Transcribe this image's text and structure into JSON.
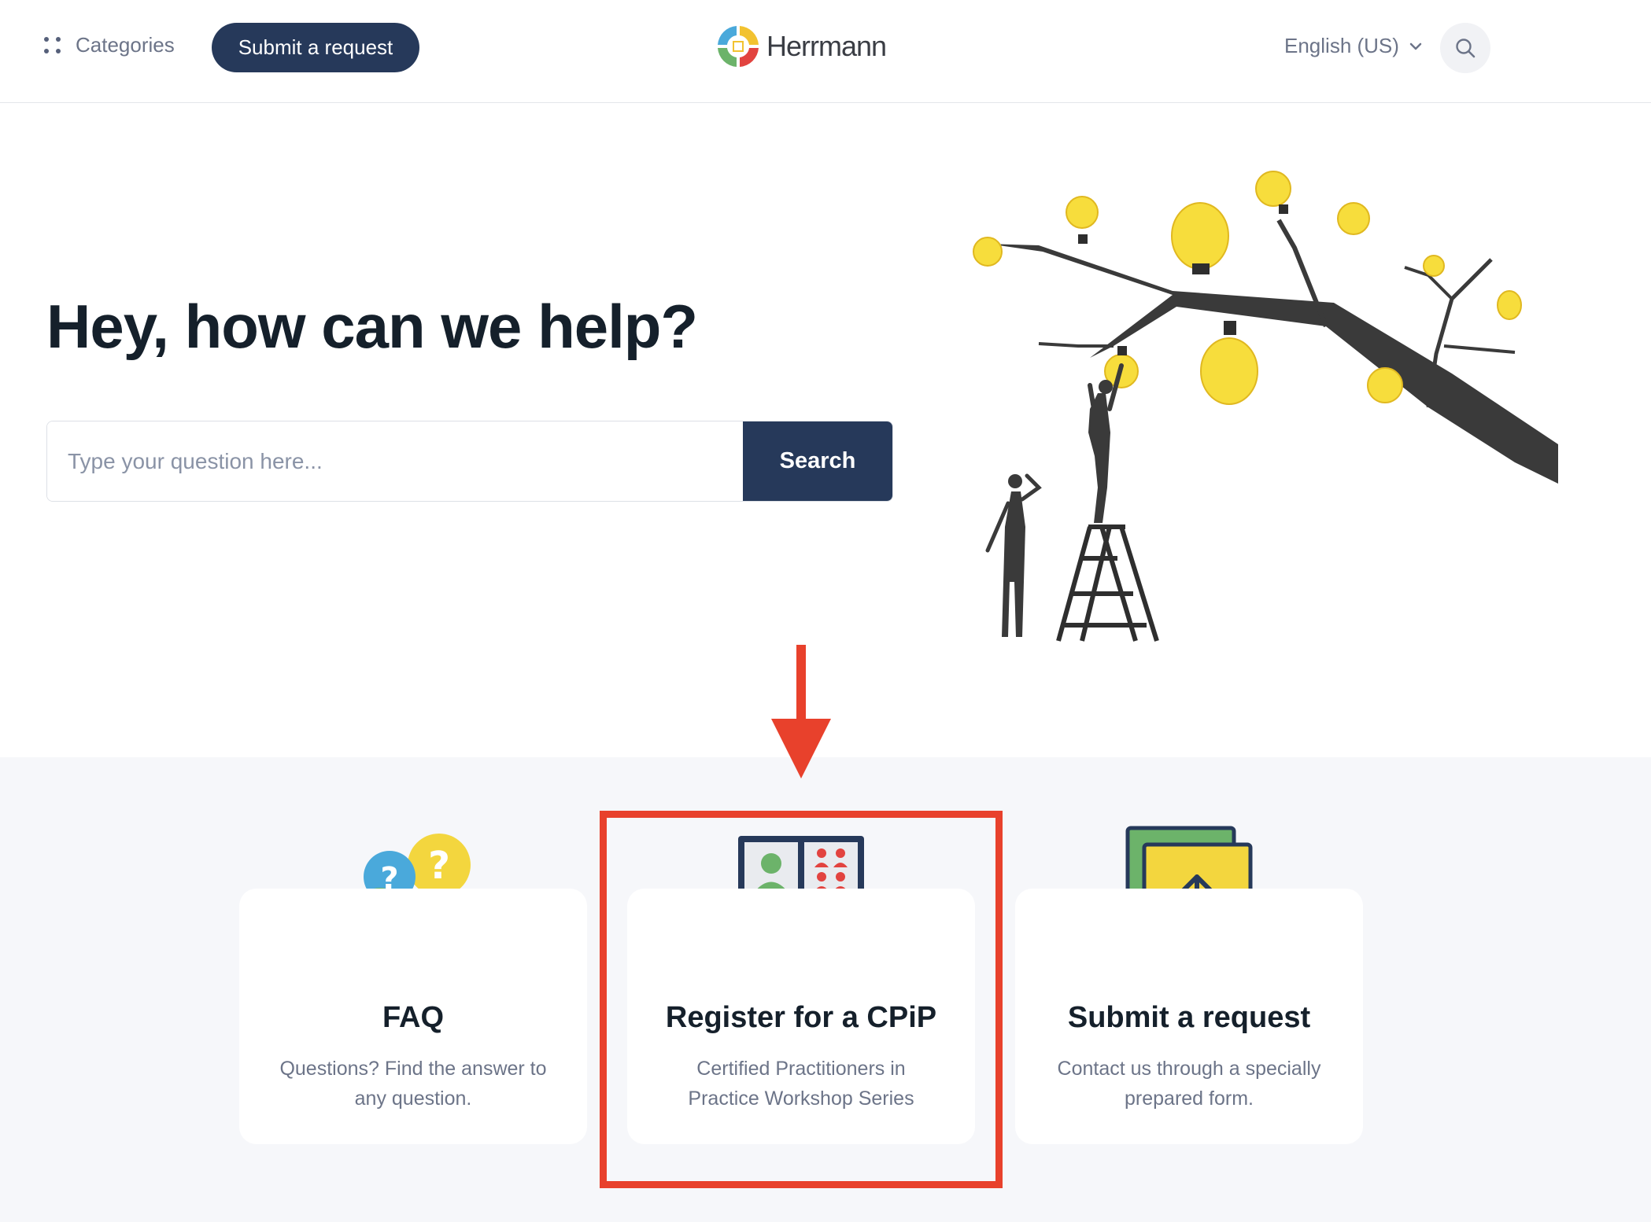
{
  "header": {
    "categories_label": "Categories",
    "submit_button_label": "Submit a request",
    "logo_text": "Herrmann",
    "language_label": "English (US)",
    "icons": [
      "dots-grid-icon",
      "chevron-down-icon",
      "search-icon"
    ]
  },
  "hero": {
    "title": "Hey, how can we help?",
    "search_placeholder": "Type your question here...",
    "search_value": "",
    "search_button_label": "Search"
  },
  "cards": [
    {
      "title": "FAQ",
      "description": "Questions? Find the answer to any question.",
      "icon": "question-bubbles-icon"
    },
    {
      "title": "Register for a CPiP",
      "description": "Certified Practitioners in Practice Workshop Series",
      "icon": "video-conference-monitor-icon"
    },
    {
      "title": "Submit a request",
      "description": "Contact us through a specially prepared form.",
      "icon": "upload-document-icon"
    }
  ],
  "annotation": {
    "highlight_color": "#e8412c"
  },
  "colors": {
    "brand_navy": "#26395a",
    "cards_background": "#f6f7fa",
    "bulb_yellow": "#f7dd3c"
  }
}
